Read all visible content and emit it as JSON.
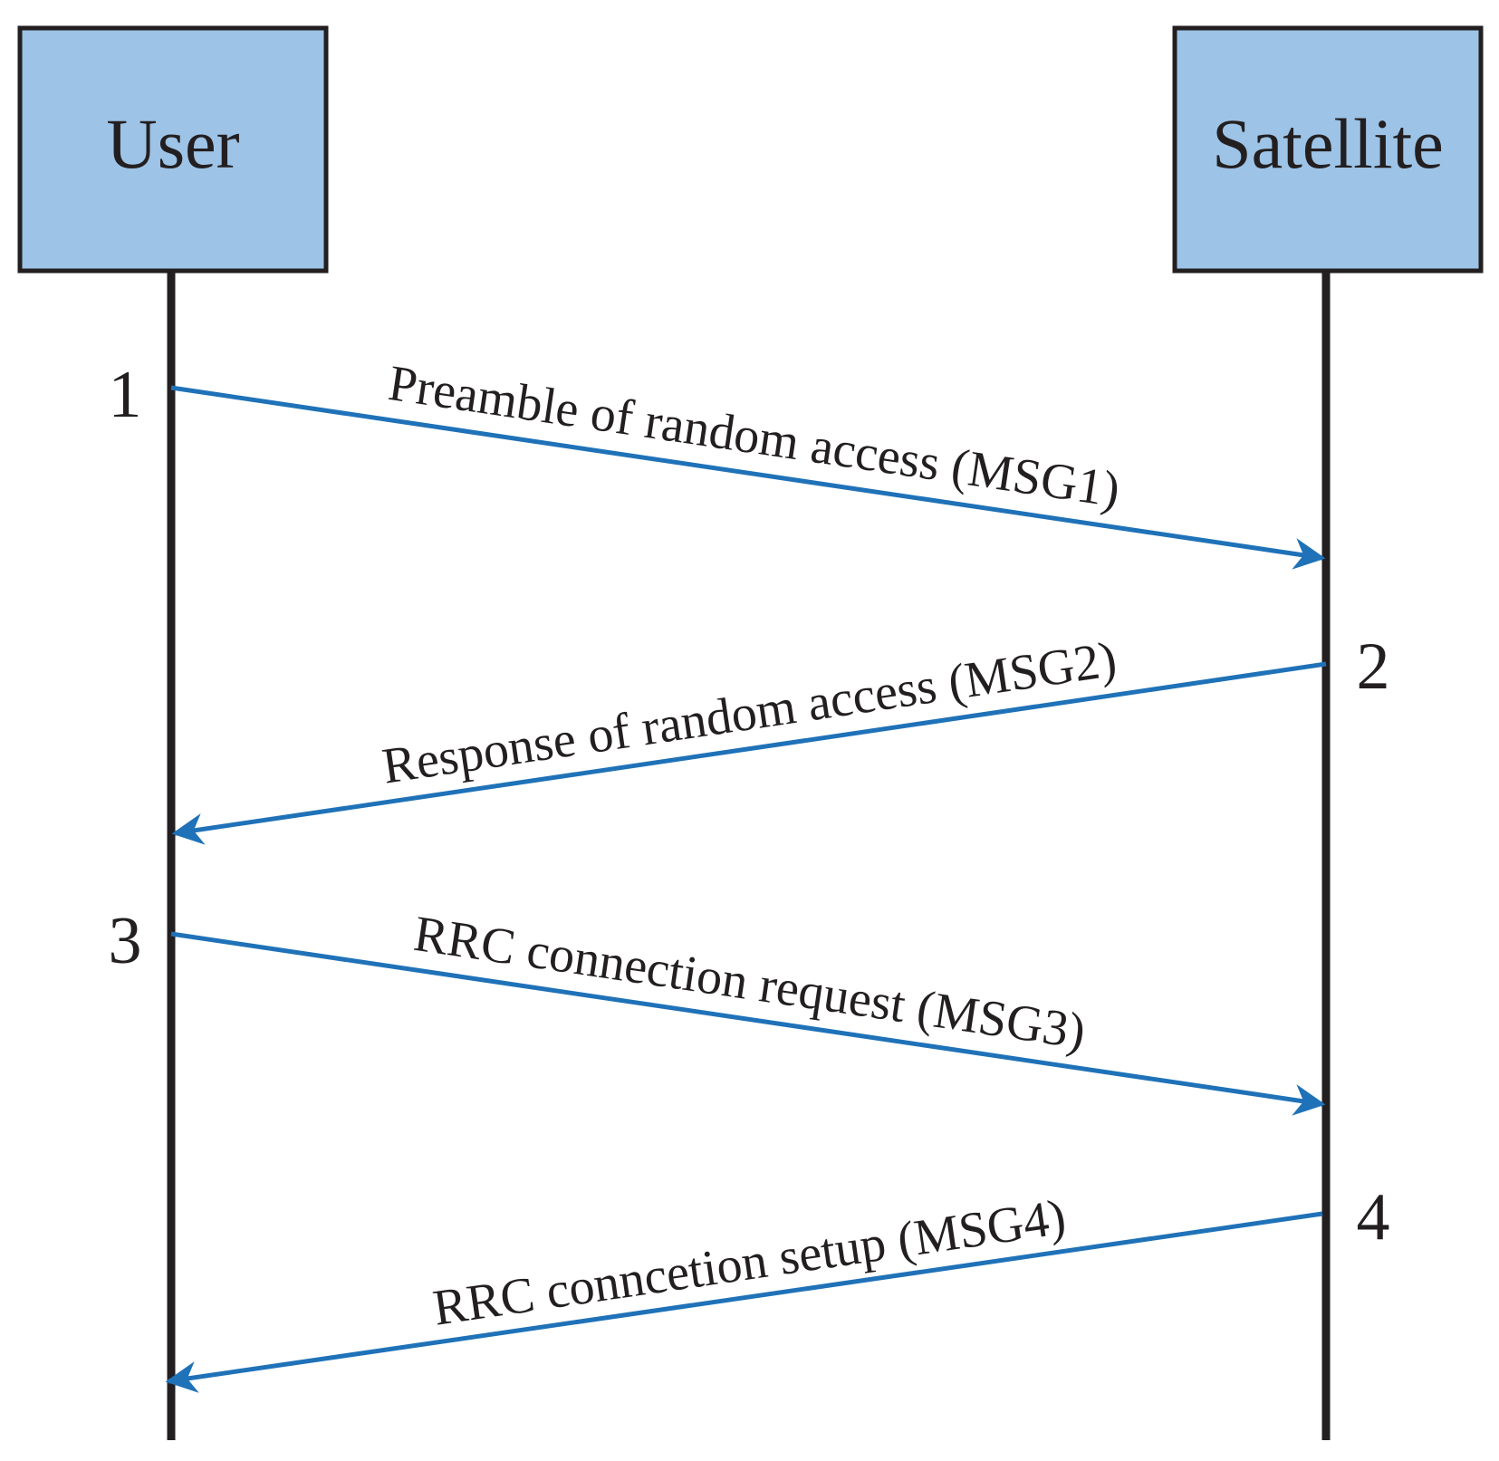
{
  "actors": {
    "user": {
      "label": "User"
    },
    "satellite": {
      "label": "Satellite"
    }
  },
  "colors": {
    "box_fill": "#9dc3e6",
    "box_stroke": "#231f20",
    "lifeline": "#231f20",
    "arrow": "#1f72b8",
    "text": "#231f20"
  },
  "steps": [
    {
      "number": "1",
      "label": "Preamble of random access (MSG1)",
      "from": "User",
      "to": "Satellite"
    },
    {
      "number": "2",
      "label": "Response of random access (MSG2)",
      "from": "Satellite",
      "to": "User"
    },
    {
      "number": "3",
      "label": "RRC connection request (MSG3)",
      "from": "User",
      "to": "Satellite"
    },
    {
      "number": "4",
      "label": "RRC conncetion setup (MSG4)",
      "from": "Satellite",
      "to": "User"
    }
  ]
}
